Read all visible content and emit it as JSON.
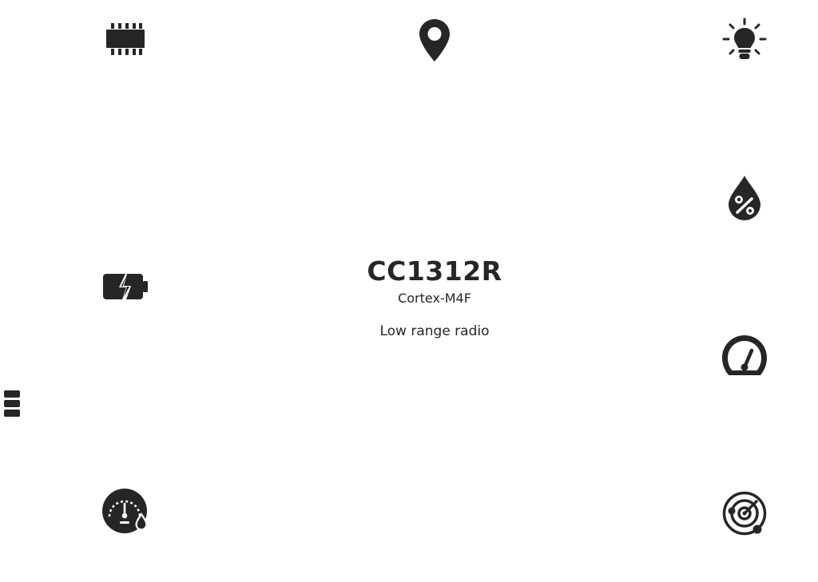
{
  "device": {
    "name": "CC1312R",
    "core": "Cortex-M4F",
    "description": "Low range radio"
  },
  "icons": {
    "chip": "microchip-icon",
    "location": "map-pin-icon",
    "light": "lightbulb-icon",
    "humidity": "humidity-drop-percent-icon",
    "battery": "battery-charging-icon",
    "menu": "menu-icon",
    "pressure": "pressure-gauge-drop-icon",
    "speed": "speedometer-icon",
    "radar": "radar-icon"
  },
  "colors": {
    "icon": "#262626",
    "text": "#262626",
    "background": "#ffffff"
  }
}
